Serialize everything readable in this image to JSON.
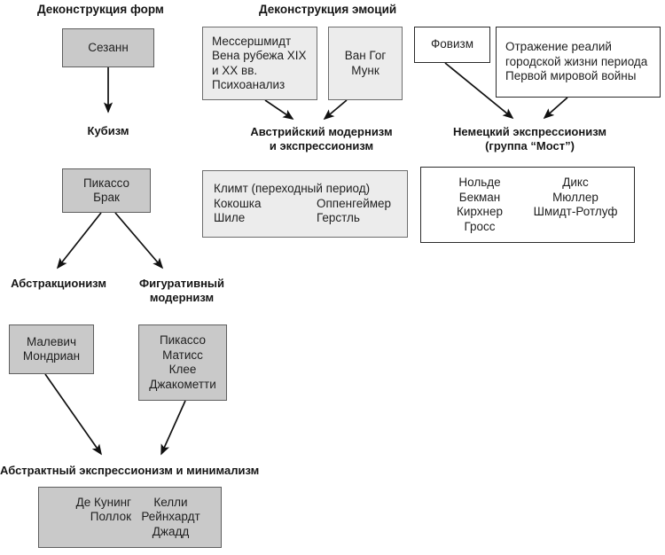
{
  "diagram": {
    "title_left": "Деконструкция форм",
    "title_right": "Деконструкция эмоций"
  },
  "headings": [
    {
      "id": "deconstruction-of-forms",
      "text": "Деконструкция форм"
    },
    {
      "id": "deconstruction-of-emotions",
      "text": "Деконструкция эмоций"
    }
  ],
  "stage_labels": [
    {
      "id": "cubism",
      "lines": [
        "Кубизм"
      ]
    },
    {
      "id": "austrian-modernism",
      "lines": [
        "Австрийский модернизм",
        "и экспрессионизм"
      ]
    },
    {
      "id": "german-expressionism",
      "lines": [
        "Немецкий экспрессионизм",
        "(группа “Мост”)"
      ]
    },
    {
      "id": "abstractionism",
      "lines": [
        "Абстракционизм"
      ]
    },
    {
      "id": "figurative-modernism",
      "lines": [
        "Фигуративный",
        "модернизм"
      ]
    },
    {
      "id": "abstract-expressionism-minimalism",
      "lines": [
        "Абстрактный экспрессионизм и минимализм"
      ]
    }
  ],
  "boxes": {
    "cezanne": {
      "style": "gray",
      "lines": [
        "Сезанн"
      ]
    },
    "messerschmidt": {
      "style": "light",
      "lines": [
        "Мессершмидт",
        "Вена рубежа XIX",
        "и XX вв.",
        "Психоанализ"
      ]
    },
    "van_gogh_munch": {
      "style": "light",
      "lines": [
        "Ван Гог",
        "Мунк"
      ]
    },
    "fauvism": {
      "style": "white",
      "lines": [
        "Фовизм"
      ]
    },
    "wwi_urban_reality": {
      "style": "white",
      "lines": [
        "Отражение реалий",
        "городской жизни периода",
        "Первой мировой войны"
      ]
    },
    "vienna_names": {
      "style": "light",
      "first_line": "Климт (переходный период)",
      "col1": [
        "Кокошка",
        "Шиле"
      ],
      "col2": [
        "Оппенгеймер",
        "Герстль"
      ]
    },
    "bruecke_names": {
      "style": "white",
      "col1": [
        "Нольде",
        "Бекман",
        "Кирхнер",
        "Гросс"
      ],
      "col2": [
        "Дикс",
        "Мюллер",
        "Шмидт-Ротлуф"
      ]
    },
    "picasso_braque": {
      "style": "gray",
      "lines": [
        "Пикассо",
        "Брак"
      ]
    },
    "malevich_mondrian": {
      "style": "gray",
      "lines": [
        "Малевич",
        "Мондриан"
      ]
    },
    "picasso_matisse_klee": {
      "style": "gray",
      "lines": [
        "Пикассо",
        "Матисс",
        "Клее",
        "Джакометти"
      ]
    },
    "abex_names": {
      "style": "gray",
      "col1": [
        "Де Кунинг",
        "Поллок"
      ],
      "col2": [
        "Келли",
        "Рейнхардт",
        "Джадд"
      ]
    }
  },
  "colors": {
    "gray_fill": "#c9c9c9",
    "light_fill": "#ececec",
    "white_fill": "#ffffff",
    "gray_stroke": "#5e5e5e",
    "light_stroke": "#6d6d6d",
    "dark_stroke": "#2b2b2b",
    "arrow": "#111111",
    "text": "#1f1f1f"
  },
  "arrows": [
    {
      "id": "cezanne-to-cubism",
      "from": "cezanne",
      "to": "cubism"
    },
    {
      "id": "messerschmidt-to-austrian-modernism",
      "from": "messerschmidt",
      "to": "austrian-modernism"
    },
    {
      "id": "vangogh-to-austrian-modernism",
      "from": "van_gogh_munch",
      "to": "austrian-modernism"
    },
    {
      "id": "fauvism-to-german-expressionism",
      "from": "fauvism",
      "to": "german-expressionism"
    },
    {
      "id": "wwi-to-german-expressionism",
      "from": "wwi_urban_reality",
      "to": "german-expressionism"
    },
    {
      "id": "picasso-braque-to-abstractionism",
      "from": "picasso_braque",
      "to": "abstractionism"
    },
    {
      "id": "picasso-braque-to-figurative-modernism",
      "from": "picasso_braque",
      "to": "figurative-modernism"
    },
    {
      "id": "malevich-to-abex",
      "from": "malevich_mondrian",
      "to": "abstract-expressionism-minimalism"
    },
    {
      "id": "picasso-matisse-to-abex",
      "from": "picasso_matisse_klee",
      "to": "abstract-expressionism-minimalism"
    }
  ]
}
